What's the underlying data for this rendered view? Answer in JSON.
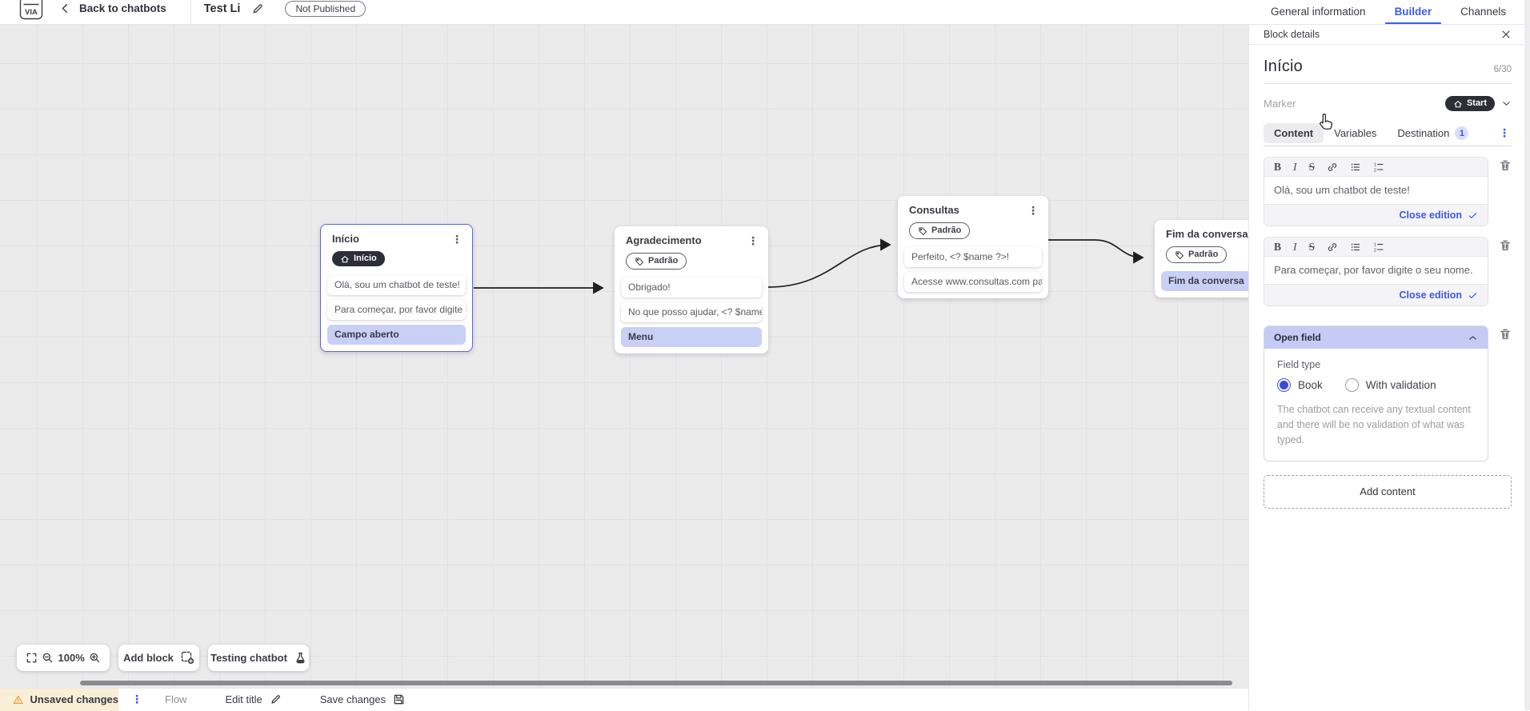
{
  "topbar": {
    "logo_text": "VIA",
    "back_label": "Back to chatbots",
    "title": "Test Li",
    "status_badge": "Not Published",
    "tabs": [
      {
        "label": "General information",
        "active": false
      },
      {
        "label": "Builder",
        "active": true
      },
      {
        "label": "Channels",
        "active": false
      }
    ]
  },
  "panel": {
    "header": "Block details",
    "block_name": "Início",
    "char_count": "6/30",
    "marker_label": "Marker",
    "marker_value": "Start",
    "tabs": [
      {
        "label": "Content",
        "active": true
      },
      {
        "label": "Variables",
        "active": false
      },
      {
        "label": "Destination",
        "active": false
      }
    ],
    "destination_badge": "1",
    "toolbar": {
      "bold": "B",
      "italic": "I",
      "strike": "S"
    },
    "editors": [
      {
        "text": "Olá, sou um chatbot de teste!",
        "action": "Close edition"
      },
      {
        "text": "Para começar, por favor digite o seu nome.",
        "action": "Close edition"
      }
    ],
    "open_field": {
      "title": "Open field",
      "field_type_label": "Field type",
      "options": [
        {
          "label": "Book",
          "selected": true
        },
        {
          "label": "With validation",
          "selected": false
        }
      ],
      "helper": "The chatbot can receive any textual content and there will be no validation of what was typed."
    },
    "add_content_label": "Add content"
  },
  "canvas": {
    "nodes": [
      {
        "title": "Início",
        "badge": "Início",
        "rows": [
          {
            "text": "Olá, sou um chatbot de teste!",
            "highlight": false
          },
          {
            "text": "Para começar, por favor digite o ...",
            "highlight": false
          },
          {
            "text": "Campo aberto",
            "highlight": true
          }
        ]
      },
      {
        "title": "Agradecimento",
        "badge": "Padrão",
        "rows": [
          {
            "text": "Obrigado!",
            "highlight": false
          },
          {
            "text": "No que posso ajudar, <? $name ...",
            "highlight": false
          },
          {
            "text": "Menu",
            "highlight": true
          }
        ]
      },
      {
        "title": "Consultas",
        "badge": "Padrão",
        "rows": [
          {
            "text": "Perfeito, <? $name ?>!",
            "highlight": false
          },
          {
            "text": "Acesse www.consultas.com par...",
            "highlight": false
          }
        ]
      },
      {
        "title": "Fim da conversa",
        "badge": "Padrão",
        "rows": [
          {
            "text": "Fim da conversa",
            "highlight": true
          }
        ]
      }
    ],
    "controls": {
      "zoom_level": "100%",
      "add_block_label": "Add block",
      "testing_label": "Testing chatbot"
    }
  },
  "bottombar": {
    "unsaved_label": "Unsaved changes",
    "flow_label": "Flow",
    "edit_title_label": "Edit title",
    "save_label": "Save changes"
  },
  "colors": {
    "accent": "#3d5af1",
    "highlight_row": "#c9d0f6",
    "dark_badge": "#2d2d38",
    "warning": "#e5a23c"
  }
}
